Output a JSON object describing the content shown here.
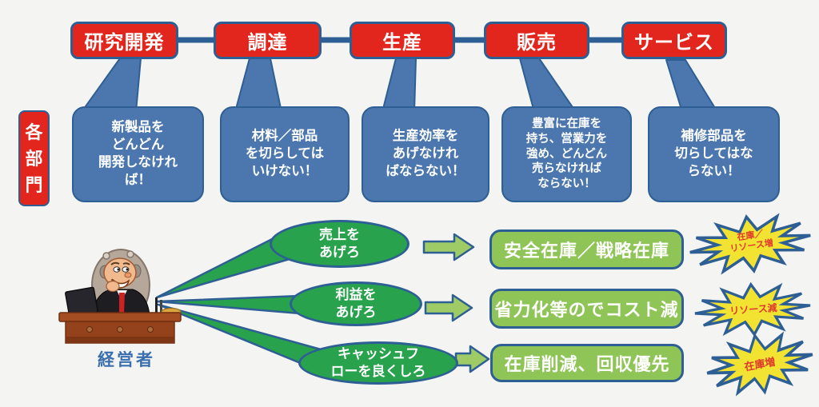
{
  "colors": {
    "background": "#f4f4f3",
    "department_red": "#e3261d",
    "outline_blue": "#2e5f94",
    "bubble_blue": "#4b77ae",
    "demand_green": "#28a24c",
    "consequence_green": "#8fc457",
    "arrow_green": "#9ecb66",
    "starburst_yellow": "#f2e332",
    "impact_text_red": "#e0392b",
    "actor_label_blue": "#3a6fae"
  },
  "process_chain": {
    "row_label": "各\n部\n門",
    "departments": [
      {
        "label": "研究開発",
        "bubble": "新製品を\nどんどん\n開発しなけれ\nば！"
      },
      {
        "label": "調達",
        "bubble": "材料／部品\nを切らしては\nいけない！"
      },
      {
        "label": "生産",
        "bubble": "生産効率を\nあげなけれ\nばならない！"
      },
      {
        "label": "販売",
        "bubble": "豊富に在庫を\n持ち、営業力を\n強め、どんどん\n売らなければ\nならない！"
      },
      {
        "label": "サービス",
        "bubble": "補修部品を\n切らしてはな\nらない！"
      }
    ]
  },
  "management": {
    "actor_label": "経営者",
    "directives": [
      {
        "demand": "売上を\nあげろ",
        "consequence": "安全在庫／戦略在庫",
        "impact": "在庫／\nリソース増"
      },
      {
        "demand": "利益を\nあげろ",
        "consequence": "省力化等のでコスト減",
        "impact": "リソース減"
      },
      {
        "demand": "キャッシュフ\nローを良くしろ",
        "consequence": "在庫削減、回収優先",
        "impact": "在庫増"
      }
    ]
  }
}
